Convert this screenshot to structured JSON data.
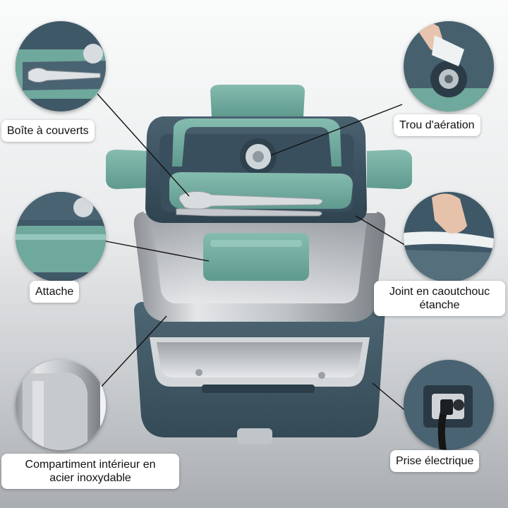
{
  "callouts": {
    "cutlery_box": "Boîte à couverts",
    "vent_hole": "Trou d'aération",
    "clip": "Attache",
    "rubber_seal_line1": "Joint en caoutchouc",
    "rubber_seal_line2": "étanche",
    "stainless_line1": "Compartiment intérieur en",
    "stainless_line2": "acier inoxydable",
    "power_socket": "Prise électrique"
  },
  "colors": {
    "mint_green": "#6fa89c",
    "slate_blue": "#3d5563",
    "steel": "#c9ccd0",
    "label_bg": "#ffffff"
  }
}
